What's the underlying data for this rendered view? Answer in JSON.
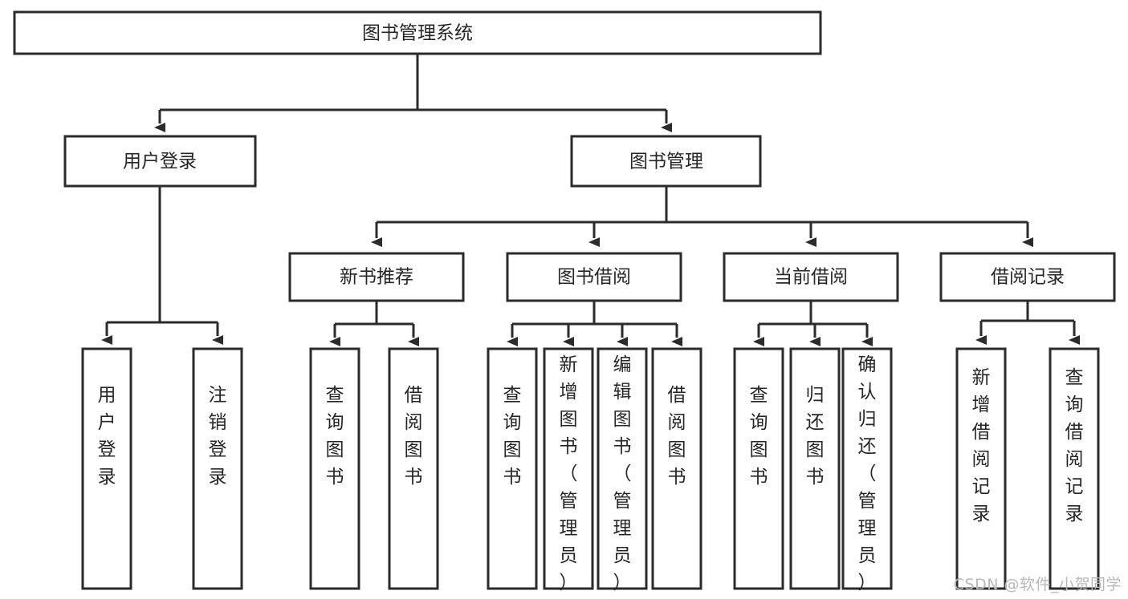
{
  "diagram": {
    "type": "hierarchy-tree",
    "title": "图书管理系统",
    "watermark": "CSDN @软件_小贺同学",
    "colors": {
      "box_fill": "#ffffff",
      "box_stroke": "#2b2b2b",
      "text": "#262626",
      "background": "#ffffff",
      "watermark": "#b9b9b9"
    },
    "levels": {
      "root": {
        "label": "图书管理系统"
      },
      "level2": [
        {
          "label": "用户登录"
        },
        {
          "label": "图书管理"
        }
      ],
      "level3": [
        {
          "label": "新书推荐"
        },
        {
          "label": "图书借阅"
        },
        {
          "label": "当前借阅"
        },
        {
          "label": "借阅记录"
        }
      ],
      "leaves": {
        "user_login": [
          {
            "label": "用户登录"
          },
          {
            "label": "注销登录"
          }
        ],
        "new_book_recommend": [
          {
            "label": "查询图书"
          },
          {
            "label": "借阅图书"
          }
        ],
        "book_borrow": [
          {
            "label": "查询图书"
          },
          {
            "label": "新增图书（管理员）"
          },
          {
            "label": "编辑图书（管理员）"
          },
          {
            "label": "借阅图书"
          }
        ],
        "current_borrow": [
          {
            "label": "查询图书"
          },
          {
            "label": "归还图书"
          },
          {
            "label": "确认归还（管理员）"
          }
        ],
        "borrow_record": [
          {
            "label": "新增借阅记录"
          },
          {
            "label": "查询借阅记录"
          }
        ]
      }
    }
  }
}
